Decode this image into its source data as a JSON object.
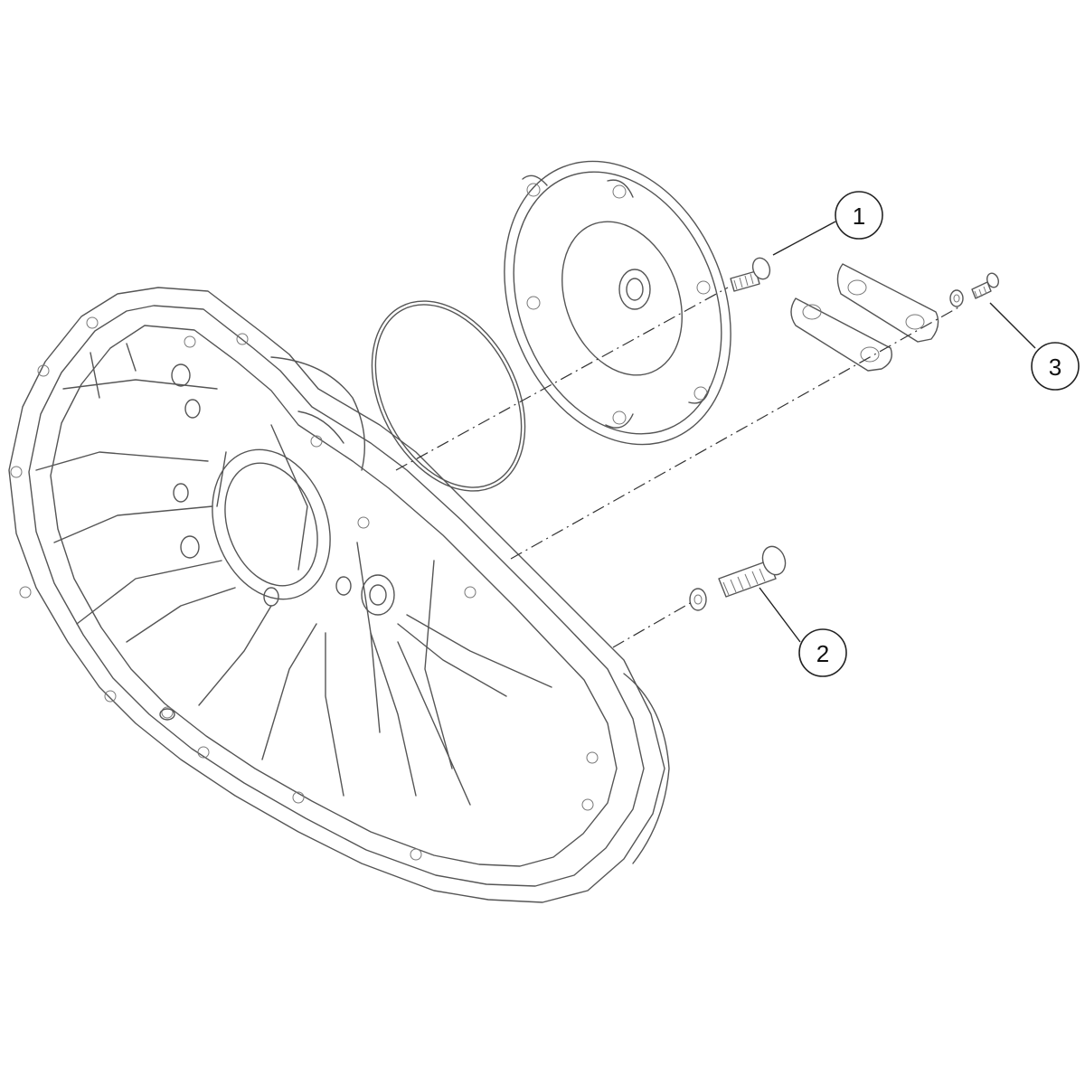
{
  "callouts": [
    {
      "id": "callout-1",
      "number": "1"
    },
    {
      "id": "callout-2",
      "number": "2"
    },
    {
      "id": "callout-3",
      "number": "3"
    }
  ],
  "colors": {
    "line": "#555555",
    "leader": "#222222",
    "background": "#ffffff"
  }
}
